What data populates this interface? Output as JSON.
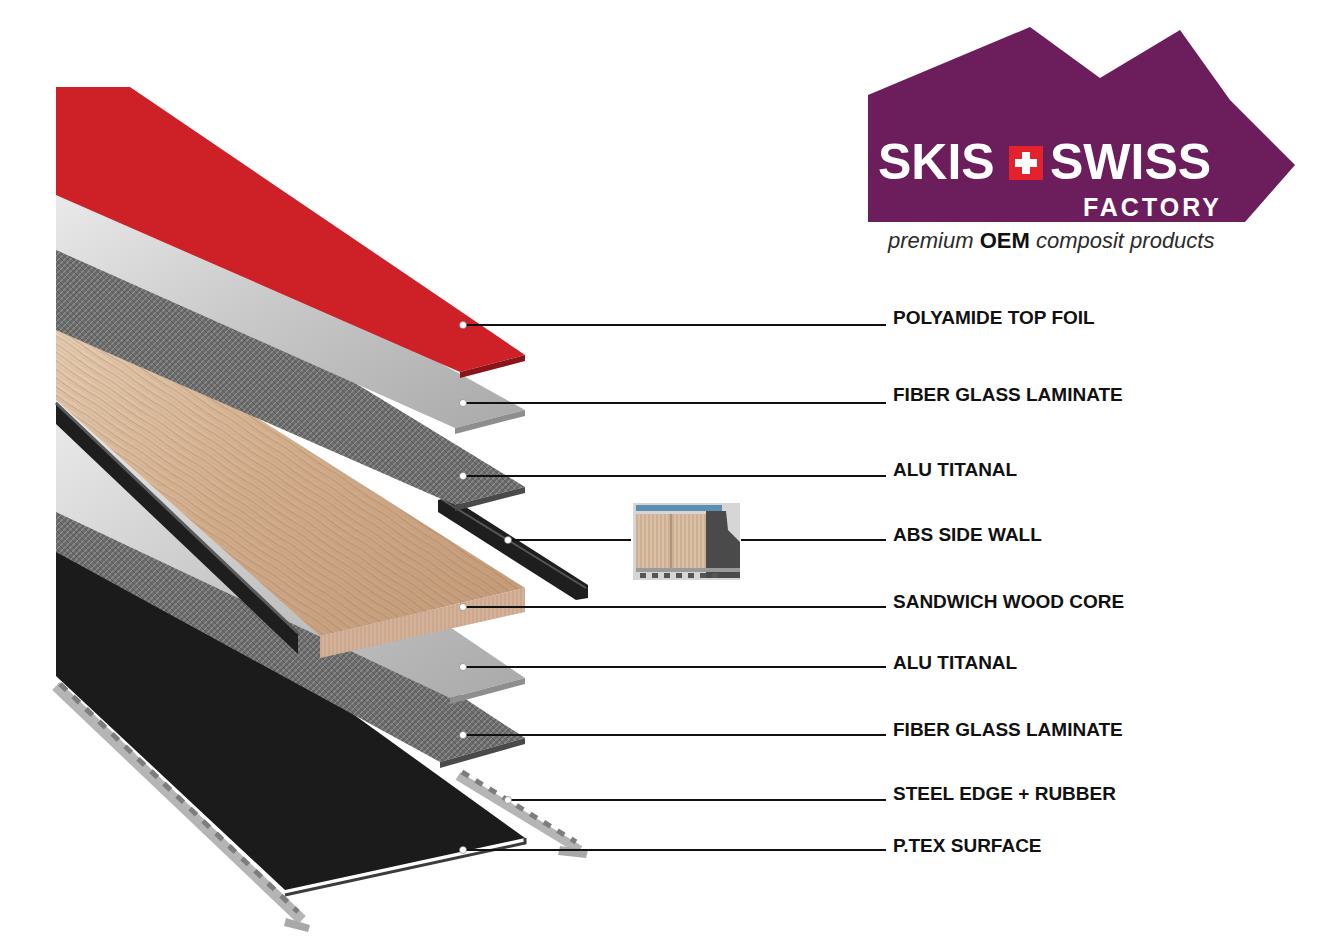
{
  "diagram": {
    "nodes": [
      {
        "text": [
          "SKIS",
          "SWISS",
          "FACTORY"
        ]
      }
    ],
    "labels": [
      "premium OEM composit products",
      "POLYAMIDE TOP FOIL",
      "FIBER GLASS LAMINATE",
      "ALU TITANAL",
      "ABS SIDE WALL",
      "SANDWICH WOOD CORE",
      "ALU TITANAL",
      "FIBER GLASS LAMINATE",
      "STEEL EDGE + RUBBER",
      "P.TEX SURFACE"
    ]
  }
}
